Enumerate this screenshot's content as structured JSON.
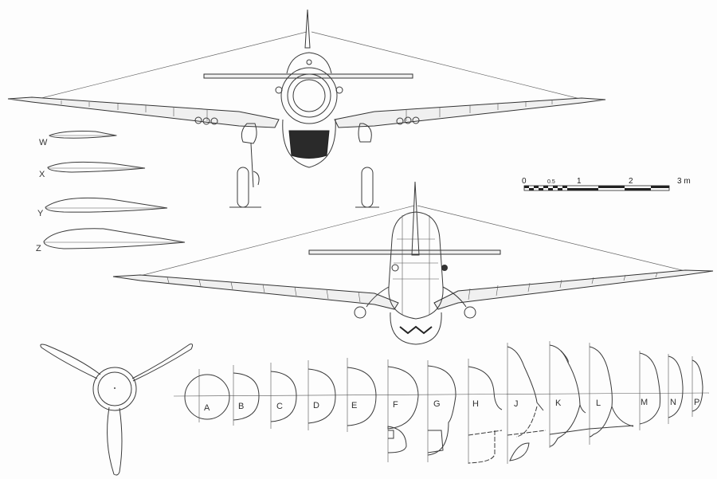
{
  "drawing": {
    "title": "",
    "views": [
      "front-view",
      "rear-view",
      "propeller-view",
      "airfoil-sections",
      "fuselage-cross-sections"
    ]
  },
  "airfoil_sections": {
    "labels": [
      "W",
      "X",
      "Y",
      "Z"
    ]
  },
  "fuselage_sections": {
    "labels": [
      "A",
      "B",
      "C",
      "D",
      "E",
      "F",
      "G",
      "H",
      "J",
      "K",
      "L",
      "M",
      "N",
      "P"
    ]
  },
  "scale_bar": {
    "ticks": [
      "0",
      "0.5",
      "1",
      "2",
      "3 m"
    ],
    "unit": "m",
    "max": 3
  },
  "colors": {
    "line": "#3a3a3a",
    "background": "#fdfdfd",
    "fill_dark": "#2a2a2a"
  }
}
